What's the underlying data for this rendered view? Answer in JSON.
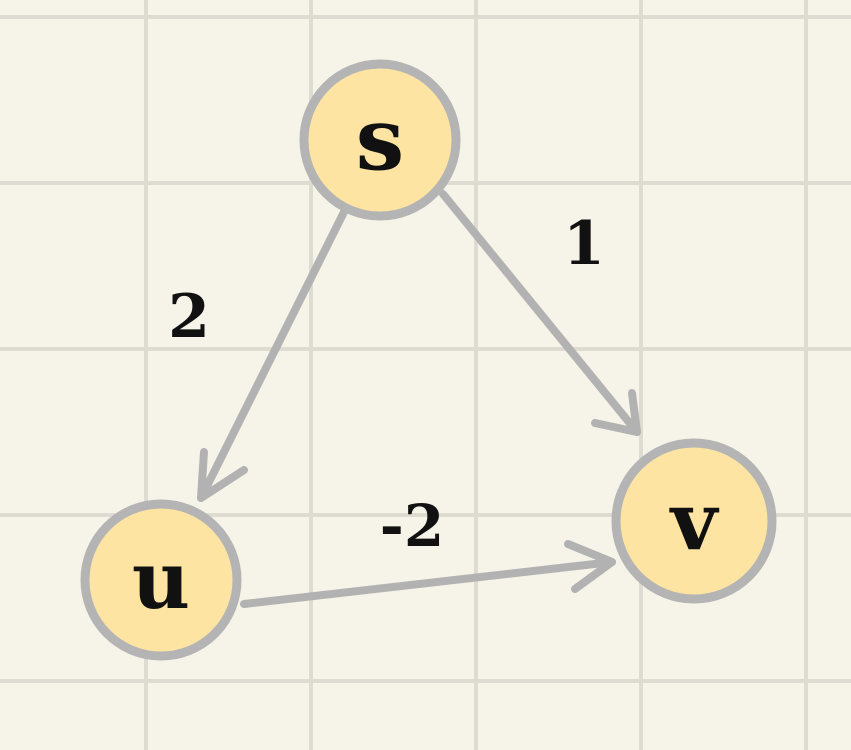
{
  "graph": {
    "nodes": [
      {
        "id": "s",
        "label": "s"
      },
      {
        "id": "u",
        "label": "u"
      },
      {
        "id": "v",
        "label": "v"
      }
    ],
    "edges": [
      {
        "from": "s",
        "to": "u",
        "weight": "2"
      },
      {
        "from": "s",
        "to": "v",
        "weight": "1"
      },
      {
        "from": "u",
        "to": "v",
        "weight": "-2"
      }
    ]
  },
  "colors": {
    "paper": "#f6f3e8",
    "grid": "#dedbd2",
    "node_fill": "#fde4a2",
    "node_stroke": "#b4b4b4",
    "edge": "#b2b2b2",
    "ink": "#111111"
  }
}
